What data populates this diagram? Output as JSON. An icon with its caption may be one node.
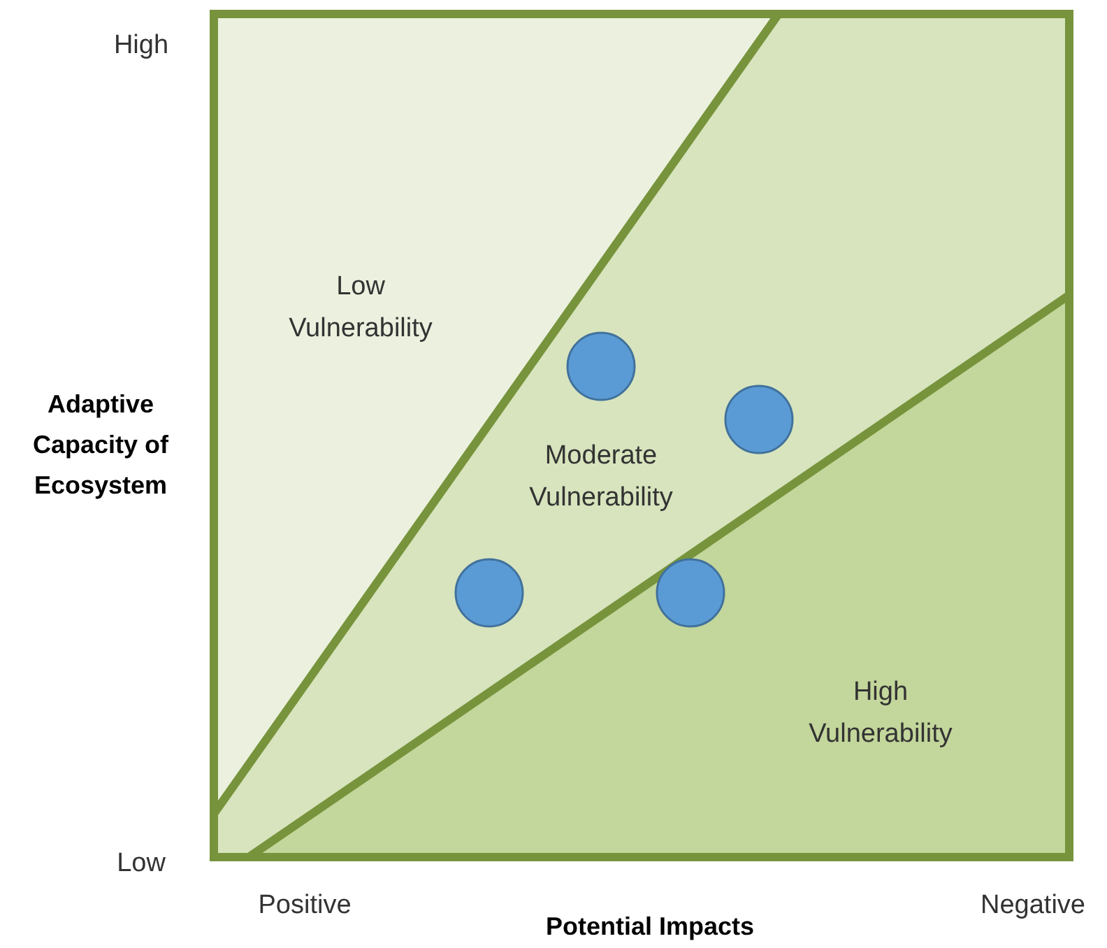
{
  "diagram": {
    "nodes": [
      {
        "text": [
          "Low Vulnerability"
        ]
      },
      {
        "text": [
          "Moderate Vulnerability"
        ]
      },
      {
        "text": [
          "High Vulnerability"
        ]
      },
      {
        "text": [],
        "shape": "circle"
      },
      {
        "text": [],
        "shape": "circle"
      },
      {
        "text": [],
        "shape": "circle"
      },
      {
        "text": [],
        "shape": "circle"
      }
    ],
    "labels": [
      "High",
      "Adaptive Capacity of Ecosystem",
      "Low",
      "Positive",
      "Negative",
      "Potential Impacts"
    ]
  }
}
